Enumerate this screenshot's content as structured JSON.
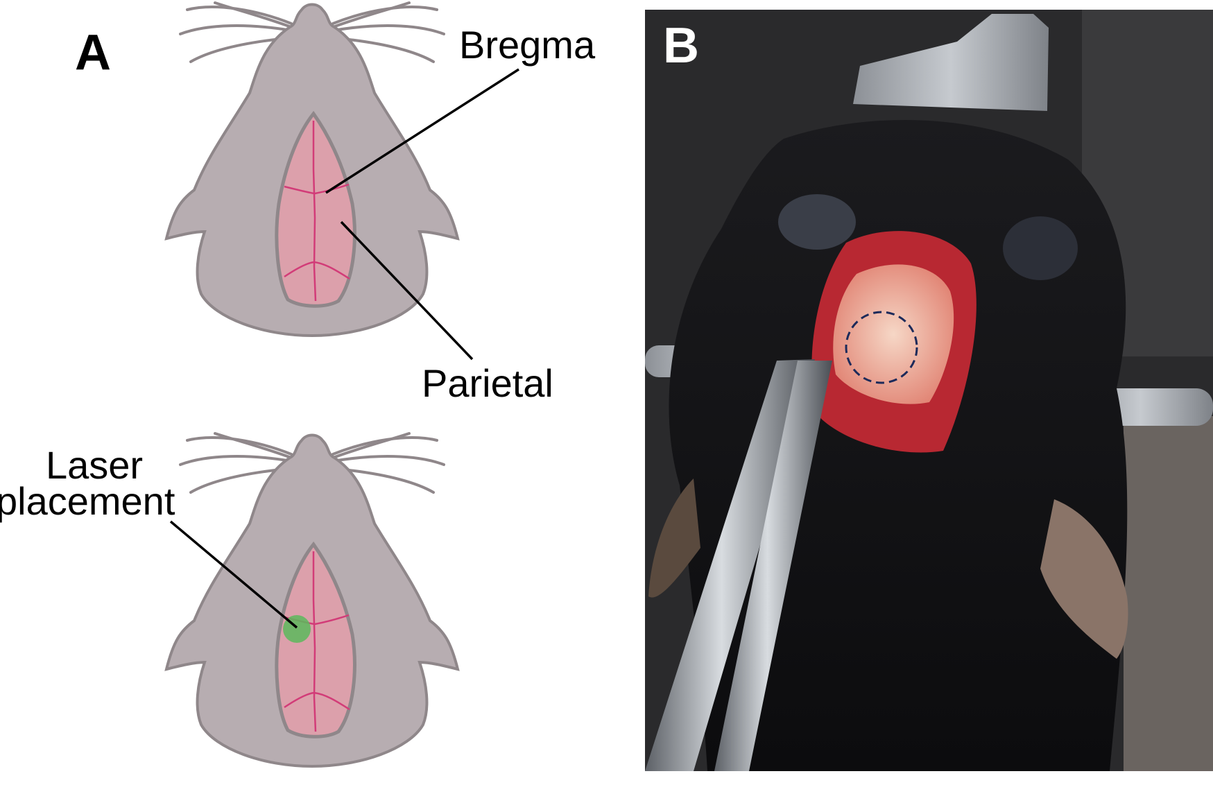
{
  "panel_a": {
    "letter": "A",
    "label_bregma": "Bregma",
    "label_parietal": "Parietal",
    "label_laser_line1": "Laser",
    "label_laser_line2": "placement"
  },
  "panel_b": {
    "letter": "B"
  },
  "colors": {
    "mouse_fill": "#b7adb1",
    "mouse_stroke": "#8f878a",
    "skull_fill": "#dca0ab",
    "suture": "#d23c78",
    "laser_spot": "#5cb85c",
    "photo_background": "#2a2a2c",
    "fur": "#151517",
    "circle_dash": "#1c2a5a"
  },
  "icons": [
    "mouse-head-illustration",
    "laser-spot",
    "stereotaxic-ear-bar",
    "forceps"
  ]
}
